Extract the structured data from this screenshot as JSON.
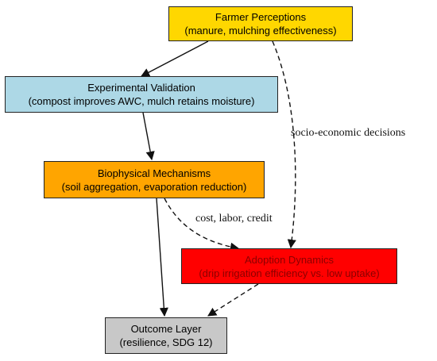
{
  "nodes": {
    "farmer_perceptions": {
      "title": "Farmer Perceptions",
      "subtitle": "(manure, mulching effectiveness)",
      "fill": "#FFD700",
      "text_color": "#111111"
    },
    "experimental_validation": {
      "title": "Experimental Validation",
      "subtitle": "(compost improves AWC, mulch retains moisture)",
      "fill": "#ADD8E6",
      "text_color": "#111111"
    },
    "biophysical_mechanisms": {
      "title": "Biophysical Mechanisms",
      "subtitle": "(soil aggregation, evaporation reduction)",
      "fill": "#FFA500",
      "text_color": "#111111"
    },
    "adoption_dynamics": {
      "title": "Adoption Dynamics",
      "subtitle": "(drip irrigation efficiency vs. low uptake)",
      "fill": "#FF0000",
      "text_color": "#8B0000"
    },
    "outcome_layer": {
      "title": "Outcome Layer",
      "subtitle": "(resilience, SDG 12)",
      "fill": "#C8C8C8",
      "text_color": "#111111"
    }
  },
  "edge_labels": {
    "socio_economic": "socio-economic decisions",
    "cost_labor_credit": "cost, labor, credit"
  }
}
